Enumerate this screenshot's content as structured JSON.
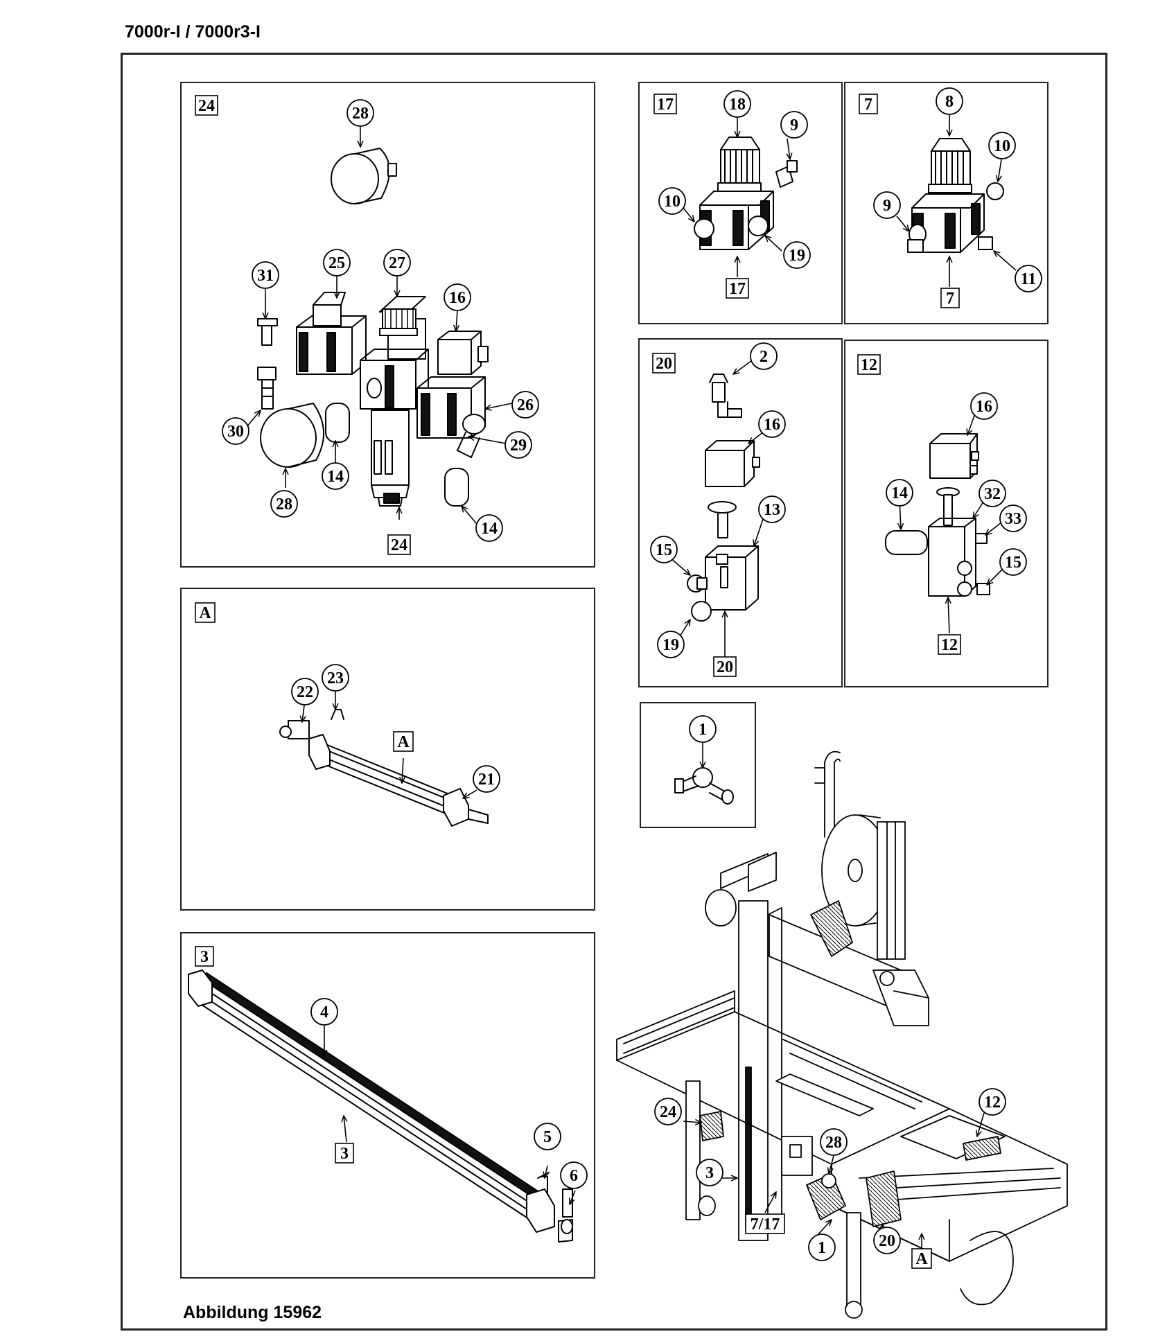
{
  "header": {
    "title": "7000r-I / 7000r3-I"
  },
  "caption": "Abbildung 15962",
  "panels": {
    "p24": {
      "tag": "24",
      "callouts": [
        "28",
        "31",
        "25",
        "27",
        "16",
        "26",
        "29",
        "30",
        "14",
        "28",
        "14"
      ],
      "box_label": "24"
    },
    "p17": {
      "tag": "17",
      "callouts": [
        "18",
        "9",
        "10",
        "19"
      ],
      "box_label": "17"
    },
    "p7": {
      "tag": "7",
      "callouts": [
        "8",
        "10",
        "9",
        "11"
      ],
      "box_label": "7"
    },
    "p20": {
      "tag": "20",
      "callouts": [
        "2",
        "16",
        "13",
        "15",
        "19"
      ],
      "box_label": "20"
    },
    "p12": {
      "tag": "12",
      "callouts": [
        "16",
        "14",
        "32",
        "33",
        "15"
      ],
      "box_label": "12"
    },
    "pA": {
      "tag": "A",
      "callouts": [
        "22",
        "23",
        "21"
      ],
      "box_label": "A"
    },
    "p1": {
      "callouts": [
        "1"
      ]
    },
    "p3": {
      "tag": "3",
      "callouts": [
        "4",
        "5",
        "6"
      ],
      "box_label": "3"
    },
    "machine": {
      "callouts": [
        "24",
        "3",
        "28",
        "12",
        "1",
        "20"
      ],
      "box_labels": [
        "7/17",
        "A"
      ]
    }
  }
}
